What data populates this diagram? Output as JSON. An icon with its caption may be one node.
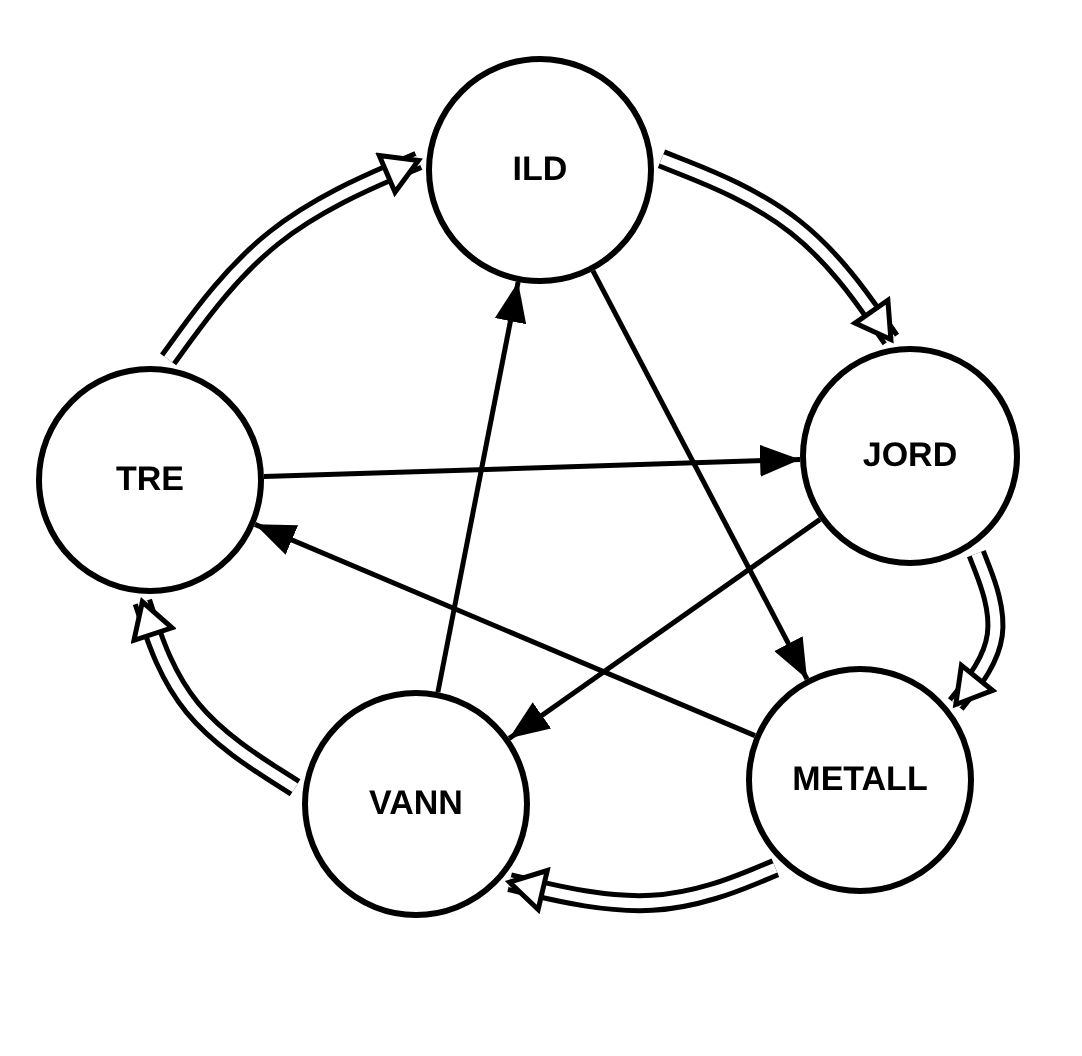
{
  "diagram": {
    "nodes": [
      {
        "text": [
          "ILD"
        ]
      },
      {
        "text": [
          "JORD"
        ]
      },
      {
        "text": [
          "METALL"
        ]
      },
      {
        "text": [
          "VANN"
        ]
      },
      {
        "text": [
          "TRE"
        ]
      }
    ],
    "edges": [
      {
        "from": 4,
        "to": 0,
        "arrow": "to",
        "style": "thick"
      },
      {
        "from": 0,
        "to": 1,
        "arrow": "to",
        "style": "thick"
      },
      {
        "from": 1,
        "to": 2,
        "arrow": "to",
        "style": "thick"
      },
      {
        "from": 2,
        "to": 3,
        "arrow": "to",
        "style": "thick"
      },
      {
        "from": 3,
        "to": 4,
        "arrow": "to",
        "style": "thick"
      },
      {
        "from": 4,
        "to": 1,
        "arrow": "to"
      },
      {
        "from": 1,
        "to": 3,
        "arrow": "to"
      },
      {
        "from": 3,
        "to": 0,
        "arrow": "to"
      },
      {
        "from": 0,
        "to": 2,
        "arrow": "to"
      },
      {
        "from": 2,
        "to": 4,
        "arrow": "to"
      }
    ]
  }
}
